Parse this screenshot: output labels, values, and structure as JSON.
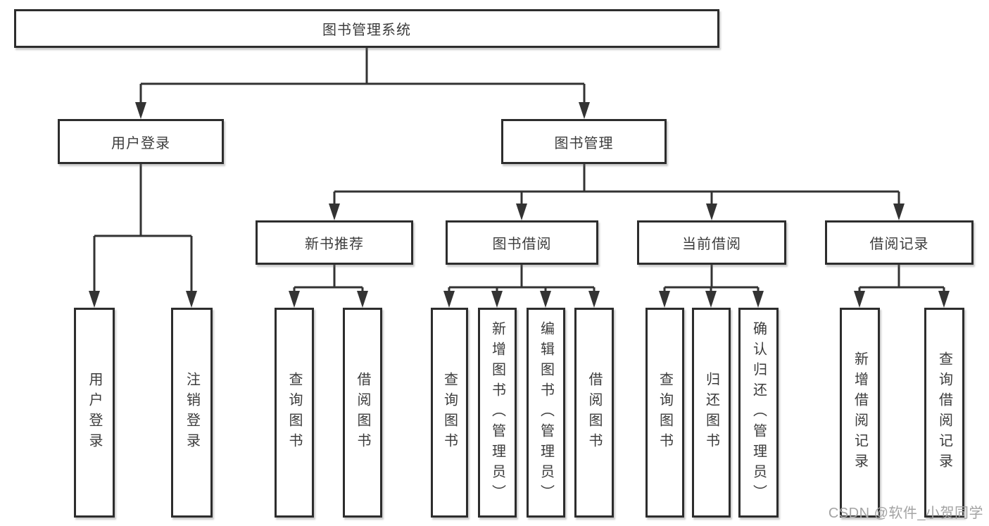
{
  "tree": {
    "label": "图书管理系统",
    "children": [
      {
        "label": "用户登录",
        "children": [
          {
            "label": "用户登录"
          },
          {
            "label": "注销登录"
          }
        ]
      },
      {
        "label": "图书管理",
        "children": [
          {
            "label": "新书推荐",
            "children": [
              {
                "label": "查询图书"
              },
              {
                "label": "借阅图书"
              }
            ]
          },
          {
            "label": "图书借阅",
            "children": [
              {
                "label": "查询图书"
              },
              {
                "label": "新增图书（管理员）"
              },
              {
                "label": "编辑图书（管理员）"
              },
              {
                "label": "借阅图书"
              }
            ]
          },
          {
            "label": "当前借阅",
            "children": [
              {
                "label": "查询图书"
              },
              {
                "label": "归还图书"
              },
              {
                "label": "确认归还（管理员）"
              }
            ]
          },
          {
            "label": "借阅记录",
            "children": [
              {
                "label": "新增借阅记录"
              },
              {
                "label": "查询借阅记录"
              }
            ]
          }
        ]
      }
    ]
  },
  "watermark": "CSDN @软件_小贺同学",
  "colors": {
    "line": "#333333",
    "box_border": "#2d2d2d",
    "text": "#3c3c3c",
    "watermark": "#a3a3a3",
    "background": "#ffffff"
  }
}
